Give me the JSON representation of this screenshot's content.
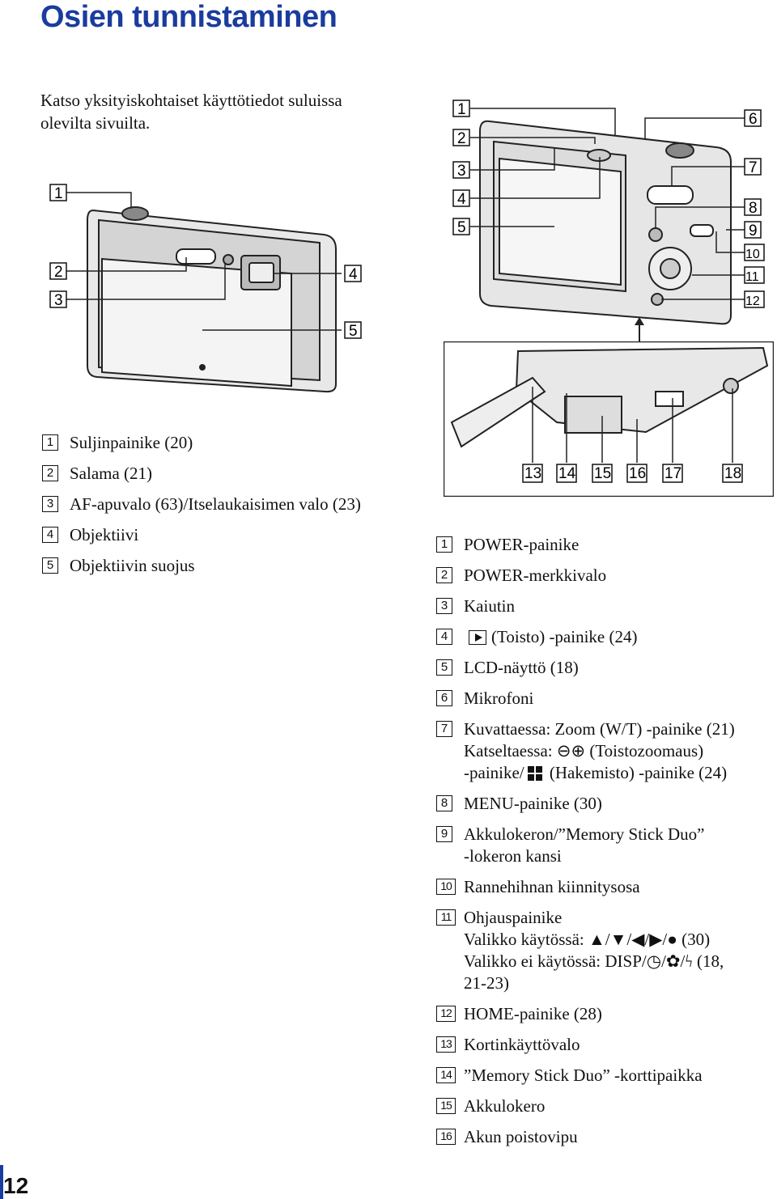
{
  "page": {
    "title": "Osien tunnistaminen",
    "intro": "Katso yksityiskohtaiset käyttötiedot suluissa olevilta sivuilta.",
    "page_number": "12"
  },
  "figure_front": {
    "callouts": [
      "1",
      "2",
      "3",
      "4",
      "5"
    ]
  },
  "figure_back": {
    "callouts": [
      "1",
      "2",
      "3",
      "4",
      "5",
      "6",
      "7",
      "8",
      "9",
      "10",
      "11",
      "12"
    ]
  },
  "figure_bottom": {
    "callouts": [
      "13",
      "14",
      "15",
      "16",
      "17",
      "18"
    ]
  },
  "front_list": [
    {
      "num": "1",
      "text": "Suljinpainike (20)"
    },
    {
      "num": "2",
      "text": "Salama (21)"
    },
    {
      "num": "3",
      "text": "AF-apuvalo (63)/Itselaukaisimen valo (23)"
    },
    {
      "num": "4",
      "text": "Objektiivi"
    },
    {
      "num": "5",
      "text": "Objektiivin suojus"
    }
  ],
  "back_list": {
    "i1": {
      "num": "1",
      "text": "POWER-painike"
    },
    "i2": {
      "num": "2",
      "text": "POWER-merkkivalo"
    },
    "i3": {
      "num": "3",
      "text": "Kaiutin"
    },
    "i4": {
      "num": "4",
      "text": "(Toisto) -painike (24)"
    },
    "i5": {
      "num": "5",
      "text": "LCD-näyttö (18)"
    },
    "i6": {
      "num": "6",
      "text": "Mikrofoni"
    },
    "i7": {
      "num": "7",
      "line1": "Kuvattaessa: Zoom (W/T) -painike (21)",
      "line2a": "Katseltaessa:",
      "line2b": "(Toistozoomaus)",
      "line3a": "-painike/",
      "line3b": "(Hakemisto) -painike (24)"
    },
    "i8": {
      "num": "8",
      "text": "MENU-painike (30)"
    },
    "i9": {
      "num": "9",
      "line1": "Akkulokeron/”Memory Stick Duo”",
      "line2": "-lokeron kansi"
    },
    "i10": {
      "num": "10",
      "text": "Rannehihnan kiinnitysosa"
    },
    "i11": {
      "num": "11",
      "line1": "Ohjauspainike",
      "line2": "Valikko käytössä: ▲/▼/◀/▶/● (30)",
      "line3": "Valikko ei käytössä: DISP/◷/✿/ϟ (18,",
      "line4": "21-23)"
    },
    "i12": {
      "num": "12",
      "text": "HOME-painike (28)"
    },
    "i13": {
      "num": "13",
      "text": "Kortinkäyttövalo"
    },
    "i14": {
      "num": "14",
      "text": "”Memory Stick Duo” -korttipaikka"
    },
    "i15": {
      "num": "15",
      "text": "Akkulokero"
    },
    "i16": {
      "num": "16",
      "text": "Akun poistovipu"
    }
  }
}
